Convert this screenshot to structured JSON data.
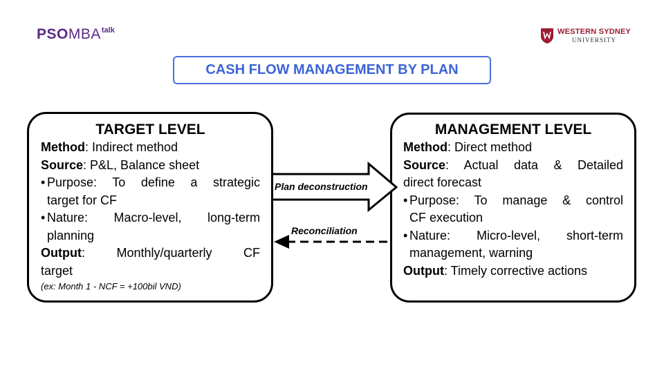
{
  "logos": {
    "pso": {
      "bold": "PSO",
      "regular": "MBA",
      "sup": "talk"
    },
    "university": {
      "line1": "WESTERN SYDNEY",
      "line2": "UNIVERSITY",
      "icon": "shield-icon"
    }
  },
  "title": "CASH FLOW MANAGEMENT BY PLAN",
  "left_panel": {
    "title": "TARGET LEVEL",
    "method_label": "Method",
    "method_value": ": Indirect method",
    "source_label": "Source",
    "source_value": ": P&L, Balance sheet",
    "bullet": "•",
    "purpose_line1": "Purpose: To define a strategic",
    "purpose_line2": "target for CF",
    "nature_line1": "Nature: Macro-level, long-term",
    "nature_line2": "planning",
    "output_label": "Output",
    "output_line1": ": Monthly/quarterly CF",
    "output_line2": "target",
    "example": "(ex: Month 1 - NCF = +100bil VND)"
  },
  "right_panel": {
    "title": "MANAGEMENT LEVEL",
    "method_label": "Method",
    "method_value": ": Direct method",
    "source_label": "Source",
    "source_line1": ": Actual data & Detailed",
    "source_line2": "direct forecast",
    "bullet": "•",
    "purpose_line1": "Purpose: To manage & control",
    "purpose_line2": "CF execution",
    "nature_line1": "Nature: Micro-level, short-term",
    "nature_line2": "management, warning",
    "output_label": "Output",
    "output_value": ": Timely corrective actions"
  },
  "arrows": {
    "forward_label": "Plan deconstruction",
    "backward_label": "Reconciliation"
  },
  "colors": {
    "title_text": "#3c64d8",
    "title_border": "#4a6ee0",
    "pso_purple": "#5b2a86",
    "wsu_red": "#9b1c33"
  }
}
